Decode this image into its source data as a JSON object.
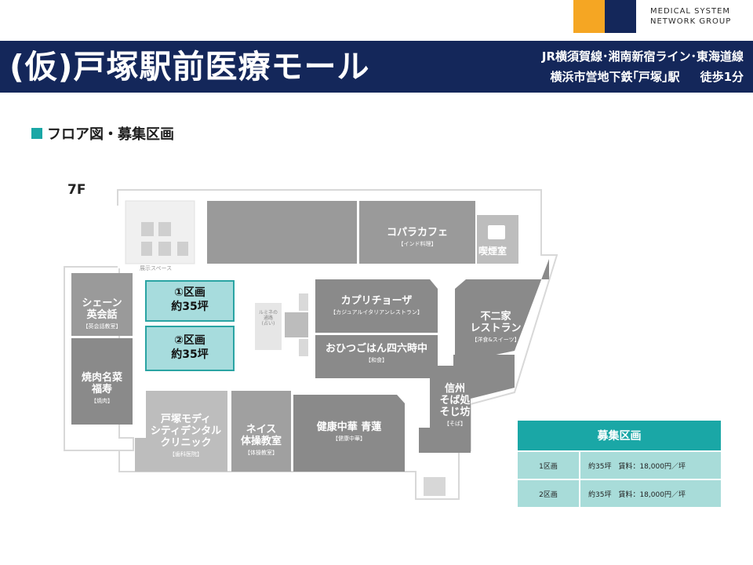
{
  "logo": {
    "line1": "MEDICAL SYSTEM",
    "line2": "NETWORK GROUP"
  },
  "header": {
    "title": "(仮)戸塚駅前医療モール",
    "access_line1": "JR横須賀線･湘南新宿ライン･東海道線",
    "access_line2": "横浜市営地下鉄｢戸塚｣駅",
    "access_walk": "徒歩1分"
  },
  "section_title": "フロア図・募集区画",
  "floor": "7F",
  "map": {
    "display_space": "展示スペース",
    "smoking": "喫煙室",
    "tenants": [
      {
        "name": "コパラカフェ",
        "sub": "【インド料理】"
      },
      {
        "name": "シェーン\n英会話",
        "sub": "【英会話教室】"
      },
      {
        "name": "焼肉名菜\n福寿",
        "sub": "【焼肉】"
      },
      {
        "name": "カプリチョーザ",
        "sub": "【カジュアルイタリアンレストラン】"
      },
      {
        "name": "おひつごはん四六時中",
        "sub": "【和食】"
      },
      {
        "name": "不二家\nレストラン",
        "sub": "【洋食&スイーツ】"
      },
      {
        "name": "信州\nそば処\nそじ坊",
        "sub": "【そば】"
      },
      {
        "name": "戸塚モディ\nシティデンタル\nクリニック",
        "sub": "【歯科医院】"
      },
      {
        "name": "ネイス\n体操教室",
        "sub": "【体操教室】"
      },
      {
        "name": "健康中華 青蓮",
        "sub": "【健康中華】"
      }
    ],
    "lumine": "ルミネの\n通路\n(占い)",
    "vacancy": [
      {
        "label": "①区画",
        "size": "約35坪"
      },
      {
        "label": "②区画",
        "size": "約35坪"
      }
    ]
  },
  "recruit_table": {
    "header": "募集区画",
    "rows": [
      {
        "lot": "1区画",
        "detail": "約35坪　賃料：18,000円／坪"
      },
      {
        "lot": "2区画",
        "detail": "約35坪　賃料：18,000円／坪"
      }
    ]
  },
  "colors": {
    "navy": "#14275a",
    "orange": "#f5a623",
    "teal": "#1aa7a6",
    "teal_light": "#a8dcd9",
    "vacancy_fill": "#a7dcdd",
    "tenant_gray": "#9a9a9a"
  }
}
